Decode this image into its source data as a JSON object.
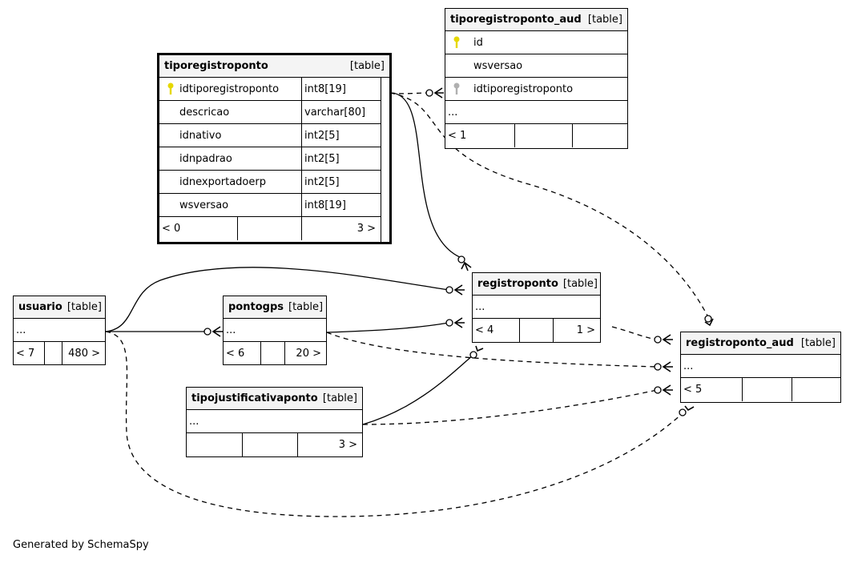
{
  "tables": {
    "tiporegistroponto": {
      "name": "tiporegistroponto",
      "type": "[table]",
      "columns": [
        {
          "name": "idtiporegistroponto",
          "type": "int8[19]",
          "key": "primary"
        },
        {
          "name": "descricao",
          "type": "varchar[80]"
        },
        {
          "name": "idnativo",
          "type": "int2[5]"
        },
        {
          "name": "idnpadrao",
          "type": "int2[5]"
        },
        {
          "name": "idnexportadoerp",
          "type": "int2[5]"
        },
        {
          "name": "wsversao",
          "type": "int8[19]"
        }
      ],
      "footer": {
        "parents": "< 0",
        "rows": "",
        "children": "3 >"
      }
    },
    "tiporegistroponto_aud": {
      "name": "tiporegistroponto_aud",
      "type": "[table]",
      "columns": [
        {
          "name": "id",
          "key": "primary"
        },
        {
          "name": "wsversao"
        },
        {
          "name": "idtiporegistroponto",
          "key": "foreign"
        },
        {
          "name": "..."
        }
      ],
      "footer": {
        "parents": "< 1",
        "rows": "",
        "children": ""
      }
    },
    "usuario": {
      "name": "usuario",
      "type": "[table]",
      "columns": [
        {
          "name": "..."
        }
      ],
      "footer": {
        "parents": "< 7",
        "rows": "",
        "children": "480 >"
      }
    },
    "pontogps": {
      "name": "pontogps",
      "type": "[table]",
      "columns": [
        {
          "name": "..."
        }
      ],
      "footer": {
        "parents": "< 6",
        "rows": "",
        "children": "20 >"
      }
    },
    "registroponto": {
      "name": "registroponto",
      "type": "[table]",
      "columns": [
        {
          "name": "..."
        }
      ],
      "footer": {
        "parents": "< 4",
        "rows": "",
        "children": "1 >"
      }
    },
    "registroponto_aud": {
      "name": "registroponto_aud",
      "type": "[table]",
      "columns": [
        {
          "name": "..."
        }
      ],
      "footer": {
        "parents": "< 5",
        "rows": "",
        "children": ""
      }
    },
    "tipojustificativaponto": {
      "name": "tipojustificativaponto",
      "type": "[table]",
      "columns": [
        {
          "name": "..."
        }
      ],
      "footer": {
        "parents": "",
        "rows": "",
        "children": "3 >"
      }
    }
  },
  "colors": {
    "primary_key": "#e6d800",
    "foreign_key": "#b0b0b0",
    "header_bg": "#f4f4f4",
    "line": "#000000"
  },
  "footer_text": "Generated by SchemaSpy"
}
